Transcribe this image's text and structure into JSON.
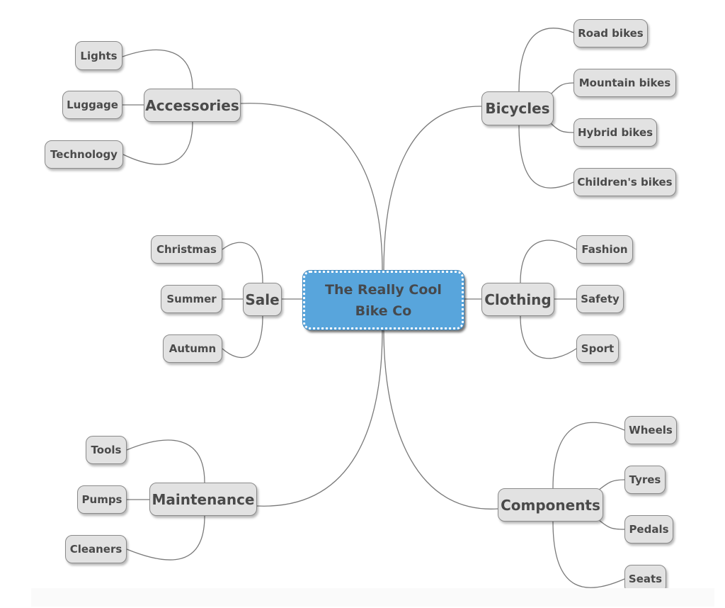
{
  "mindmap": {
    "root": {
      "id": "root",
      "label": "The Really Cool Bike Co",
      "label_lines": [
        "The Really Cool",
        "Bike Co"
      ],
      "color": "#58a5dc"
    },
    "branches": [
      {
        "id": "accessories",
        "label": "Accessories",
        "side": "left",
        "children": [
          "Lights",
          "Luggage",
          "Technology"
        ]
      },
      {
        "id": "bicycles",
        "label": "Bicycles",
        "side": "right",
        "children": [
          "Road bikes",
          "Mountain bikes",
          "Hybrid bikes",
          "Children's bikes"
        ]
      },
      {
        "id": "sale",
        "label": "Sale",
        "side": "left",
        "children": [
          "Christmas",
          "Summer",
          "Autumn"
        ]
      },
      {
        "id": "clothing",
        "label": "Clothing",
        "side": "right",
        "children": [
          "Fashion",
          "Safety",
          "Sport"
        ]
      },
      {
        "id": "maintenance",
        "label": "Maintenance",
        "side": "left",
        "children": [
          "Tools",
          "Pumps",
          "Cleaners"
        ]
      },
      {
        "id": "components",
        "label": "Components",
        "side": "right",
        "children": [
          "Wheels",
          "Tyres",
          "Pedals",
          "Seats"
        ]
      }
    ],
    "colors": {
      "node_fill": "#e2e2e2",
      "node_border": "#8a8a8a",
      "text": "#4a4a4a",
      "link": "#7a7a7a"
    }
  }
}
